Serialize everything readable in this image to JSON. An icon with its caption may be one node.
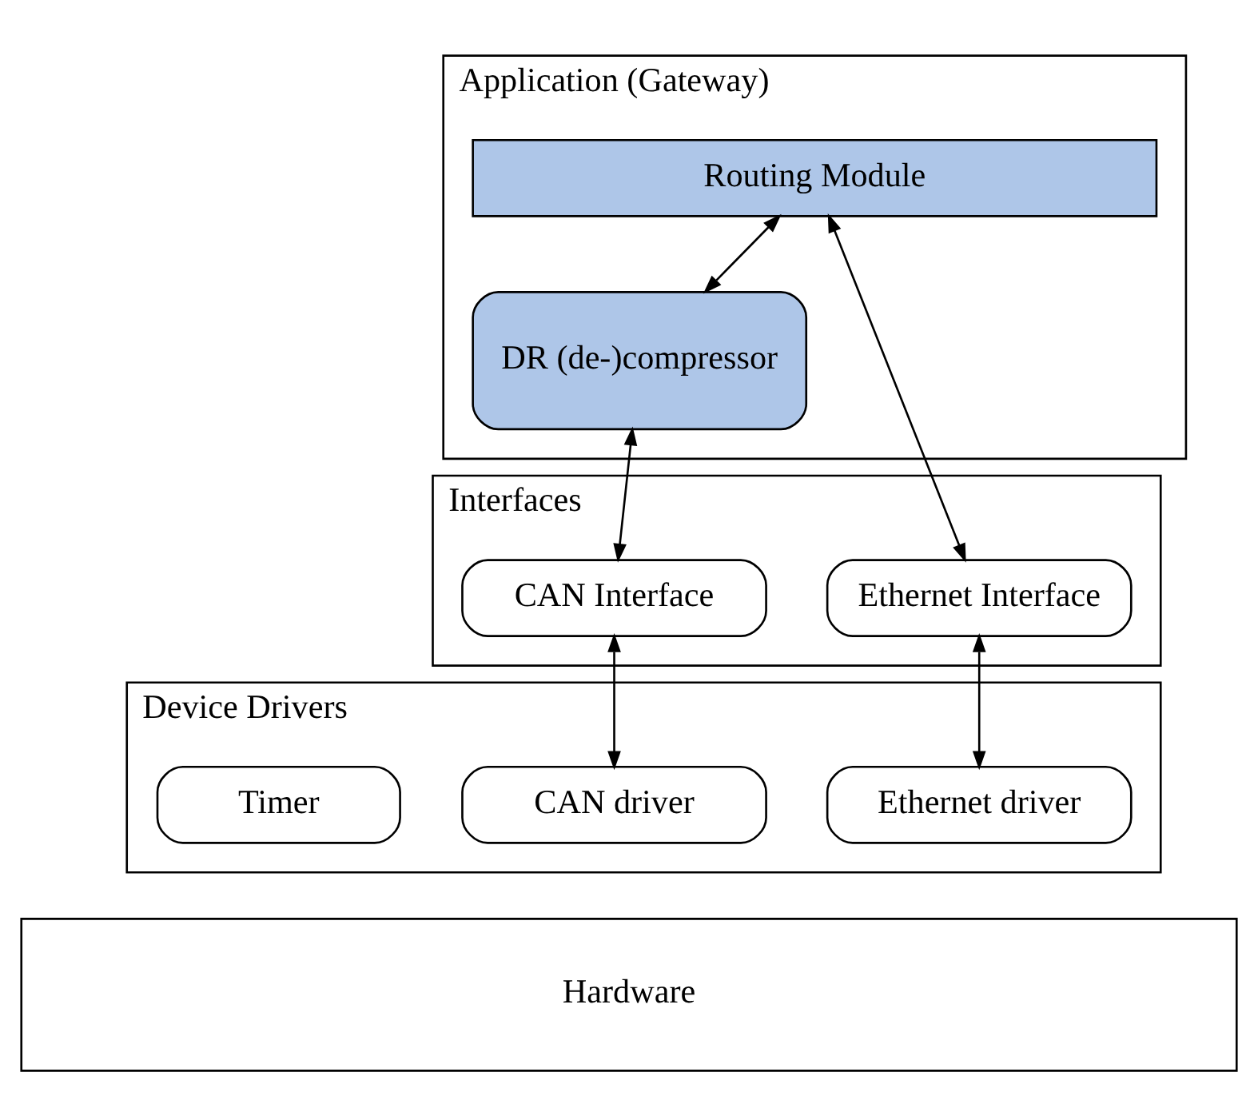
{
  "diagram": {
    "nodes": [
      {
        "text": [
          "Application (Gateway)"
        ]
      },
      {
        "text": [
          "Routing Module"
        ],
        "in": 0
      },
      {
        "text": [
          "DR (de-)compressor"
        ],
        "in": 0
      },
      {
        "text": [
          "Interfaces"
        ]
      },
      {
        "text": [
          "CAN Interface"
        ],
        "in": 3
      },
      {
        "text": [
          "Ethernet Interface"
        ],
        "in": 3
      },
      {
        "text": [
          "Device Drivers"
        ]
      },
      {
        "text": [
          "CAN driver"
        ],
        "in": 6
      },
      {
        "text": [
          "Ethernet driver"
        ],
        "in": 6
      },
      {
        "text": [
          "Timer"
        ],
        "in": 6
      },
      {
        "text": [
          "Hardware"
        ]
      }
    ],
    "edges": [
      {
        "from": 1,
        "to": 2,
        "arrow": "both"
      },
      {
        "from": 2,
        "to": 4,
        "arrow": "both"
      },
      {
        "from": 1,
        "to": 5,
        "arrow": "both"
      },
      {
        "from": 4,
        "to": 7,
        "arrow": "both"
      },
      {
        "from": 5,
        "to": 8,
        "arrow": "both"
      }
    ]
  }
}
